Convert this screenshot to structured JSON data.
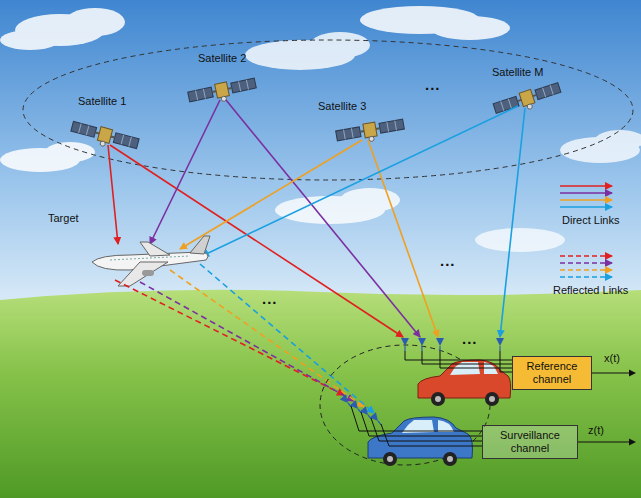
{
  "diagram": {
    "nodes": [
      {
        "text": [
          "Reference channel"
        ]
      },
      {
        "text": [
          "Surveillance channel"
        ]
      }
    ],
    "labels": [
      "Satellite 1",
      "Satellite 2",
      "Satellite 3",
      "...",
      "Satellite M",
      "Target",
      "...",
      "...",
      "x(t)",
      "z(t)",
      "..."
    ],
    "legend": [
      {
        "text": "Direct Links"
      },
      {
        "text": "Reflected Links"
      }
    ]
  }
}
